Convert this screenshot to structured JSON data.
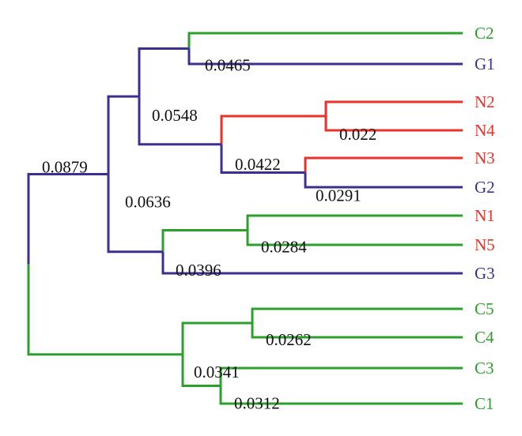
{
  "colors": {
    "green": "#2ca02c",
    "blue": "#3b2f91",
    "red": "#e8322a",
    "text": "#111111"
  },
  "leaves": [
    {
      "id": "C2",
      "label": "C2",
      "group": "green"
    },
    {
      "id": "G1",
      "label": "G1",
      "group": "blue"
    },
    {
      "id": "N2",
      "label": "N2",
      "group": "red"
    },
    {
      "id": "N4",
      "label": "N4",
      "group": "red"
    },
    {
      "id": "N3",
      "label": "N3",
      "group": "red"
    },
    {
      "id": "G2",
      "label": "G2",
      "group": "blue"
    },
    {
      "id": "N1",
      "label": "N1",
      "group": "red"
    },
    {
      "id": "N5",
      "label": "N5",
      "group": "red"
    },
    {
      "id": "G3",
      "label": "G3",
      "group": "blue"
    },
    {
      "id": "C5",
      "label": "C5",
      "group": "green"
    },
    {
      "id": "C4",
      "label": "C4",
      "group": "green"
    },
    {
      "id": "C3",
      "label": "C3",
      "group": "green"
    },
    {
      "id": "C1",
      "label": "C1",
      "group": "green"
    }
  ],
  "nodes": [
    {
      "id": "n_c2g1",
      "children": [
        "C2",
        "G1"
      ],
      "distance": "0.0465"
    },
    {
      "id": "n_n2n4",
      "children": [
        "N2",
        "N4"
      ],
      "distance": "0.022"
    },
    {
      "id": "n_n3g2",
      "children": [
        "N3",
        "G2"
      ],
      "distance": "0.0291"
    },
    {
      "id": "n_n2n4_n3g2",
      "children": [
        "n_n2n4",
        "n_n3g2"
      ],
      "distance": "0.0422"
    },
    {
      "id": "n_top",
      "children": [
        "n_c2g1",
        "n_n2n4_n3g2"
      ],
      "distance": "0.0548"
    },
    {
      "id": "n_n1n5",
      "children": [
        "N1",
        "N5"
      ],
      "distance": "0.0284"
    },
    {
      "id": "n_n1n5g3",
      "children": [
        "n_n1n5",
        "G3"
      ],
      "distance": "0.0396"
    },
    {
      "id": "n_upper",
      "children": [
        "n_top",
        "n_n1n5g3"
      ],
      "distance": "0.0636"
    },
    {
      "id": "n_c5c4",
      "children": [
        "C5",
        "C4"
      ],
      "distance": "0.0262"
    },
    {
      "id": "n_c3c1",
      "children": [
        "C3",
        "C1"
      ],
      "distance": "0.0312"
    },
    {
      "id": "n_lower",
      "children": [
        "n_c5c4",
        "n_c3c1"
      ],
      "distance": "0.0341"
    },
    {
      "id": "n_root",
      "children": [
        "n_upper",
        "n_lower"
      ],
      "distance": "0.0879"
    }
  ]
}
